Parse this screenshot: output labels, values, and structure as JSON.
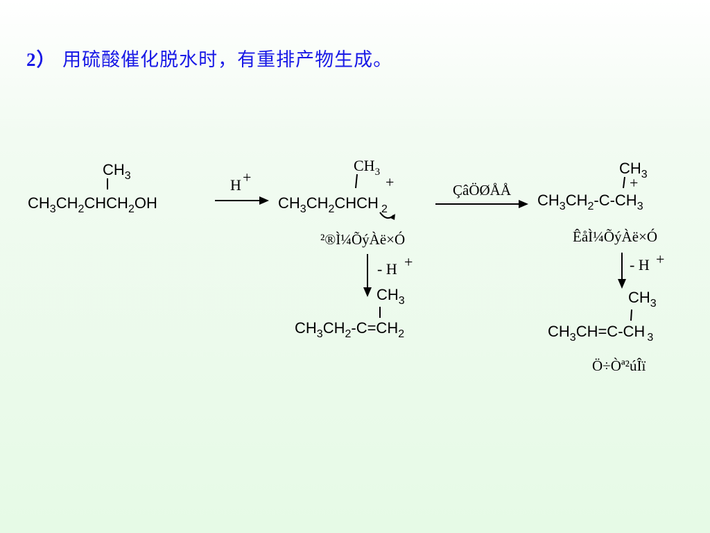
{
  "slide": {
    "title_number": "2）",
    "title_text": " 用硫酸催化脱水时，有重排产物生成。"
  },
  "scheme": {
    "reactant": {
      "branch": "CH3",
      "main": "CH3CH2CHCH2OH"
    },
    "step1_reagent": "H",
    "step1_charge": "+",
    "carbocation1": {
      "branch": "CH3",
      "main": "CH3CH2CHCH2",
      "charge": "+"
    },
    "step2_label": "ÇâÖØÅÅ",
    "carbocation2": {
      "branch": "CH3",
      "main": "CH3CH2-C-CH3",
      "charge": "+"
    },
    "label_primary": "²®Ì¼ÕýÀë×Ó",
    "label_tertiary": "ÊåÌ¼ÕýÀë×Ó",
    "elim_left": "- H",
    "elim_right": "- H",
    "elim_charge": "+",
    "product1": {
      "branch": "CH3",
      "main": "CH3CH2-C=CH2"
    },
    "product2": {
      "branch": "CH3",
      "main": "CH3CH=C-CH3"
    },
    "product2_label": "Ö÷Òª²úÎï"
  },
  "colors": {
    "title": "#1a1ae6",
    "background_top": "#ffffff",
    "background_bottom": "#e6fae6"
  }
}
